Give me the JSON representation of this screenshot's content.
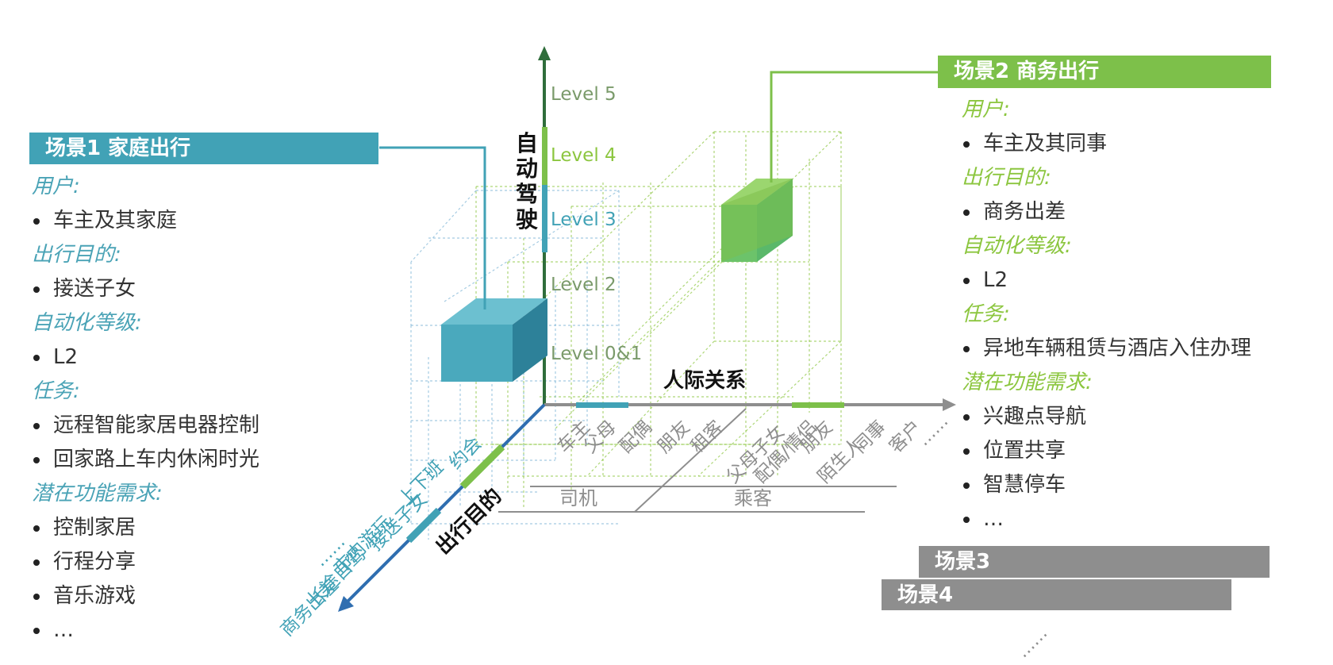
{
  "colors": {
    "blue": "#41a2b6",
    "green": "#7dc04a",
    "dark_green": "#2f6d3b",
    "axis_blue": "#2f6eb0",
    "gray": "#8e8e8e"
  },
  "axes": {
    "vertical_label": "自动驾驶",
    "horizontal_label": "人际关系",
    "depth_label": "出行目的",
    "levels": [
      "Level 5",
      "Level 4",
      "Level 3",
      "Level 2",
      "Level 0&1"
    ],
    "relation_ticks": [
      "车主",
      "父母",
      "配偶",
      "朋友",
      "租客",
      "父母子女",
      "配偶/情侣",
      "朋友",
      "陌生人",
      "同事",
      "客户"
    ],
    "relation_more": "……",
    "relation_groups": [
      "司机",
      "乘客"
    ],
    "purpose_ticks": [
      "约会",
      "上下班",
      "接送子女",
      "市内游玩",
      "长途自驾",
      "商务出差"
    ],
    "purpose_more": "……"
  },
  "scene1": {
    "title": "场景1 家庭出行",
    "sections": [
      {
        "heading": "用户:",
        "items": [
          "车主及其家庭"
        ]
      },
      {
        "heading": "出行目的:",
        "items": [
          "接送子女"
        ]
      },
      {
        "heading": "自动化等级:",
        "items": [
          "L2"
        ]
      },
      {
        "heading": "任务:",
        "items": [
          "远程智能家居电器控制",
          "回家路上车内休闲时光"
        ]
      },
      {
        "heading": "潜在功能需求:",
        "items": [
          "控制家居",
          "行程分享",
          "音乐游戏",
          " …"
        ]
      }
    ]
  },
  "scene2": {
    "title": "场景2 商务出行",
    "sections": [
      {
        "heading": "用户:",
        "items": [
          "车主及其同事"
        ]
      },
      {
        "heading": "出行目的:",
        "items": [
          "商务出差"
        ]
      },
      {
        "heading": "自动化等级:",
        "items": [
          "L2"
        ]
      },
      {
        "heading": "任务:",
        "items": [
          "异地车辆租赁与酒店入住办理"
        ]
      },
      {
        "heading": "潜在功能需求:",
        "items": [
          "兴趣点导航",
          "位置共享",
          "智慧停车",
          " …"
        ]
      }
    ]
  },
  "scene3": {
    "title": "场景3"
  },
  "scene4": {
    "title": "场景4"
  },
  "more_scenes": "……"
}
